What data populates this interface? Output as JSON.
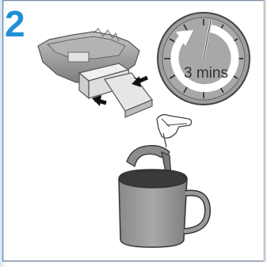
{
  "step": {
    "number": "2"
  },
  "timer": {
    "label": "3 mins",
    "minutes": 3
  },
  "colors": {
    "step_number": "#1f8fd6",
    "border": "#7a8aa8",
    "clock_face": "#a8a8a8",
    "mug": "#8c8c8c",
    "liquid": "#3a3a3a",
    "mouthguard": "#9a9a9a",
    "insert": "#dedede"
  }
}
